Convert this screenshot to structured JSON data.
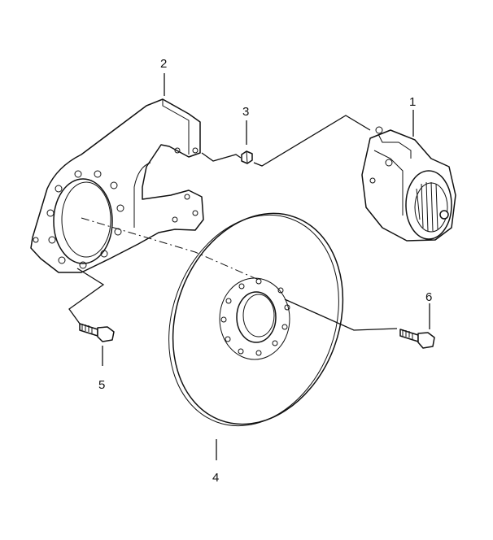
{
  "diagram": {
    "callouts": [
      {
        "id": "1",
        "label": "1",
        "part": "caliper"
      },
      {
        "id": "2",
        "label": "2",
        "part": "bracket"
      },
      {
        "id": "3",
        "label": "3",
        "part": "nut"
      },
      {
        "id": "4",
        "label": "4",
        "part": "disc"
      },
      {
        "id": "5",
        "label": "5",
        "part": "bolt"
      },
      {
        "id": "6",
        "label": "6",
        "part": "bolt"
      }
    ],
    "colors": {
      "line": "#111111",
      "background": "#ffffff"
    }
  }
}
